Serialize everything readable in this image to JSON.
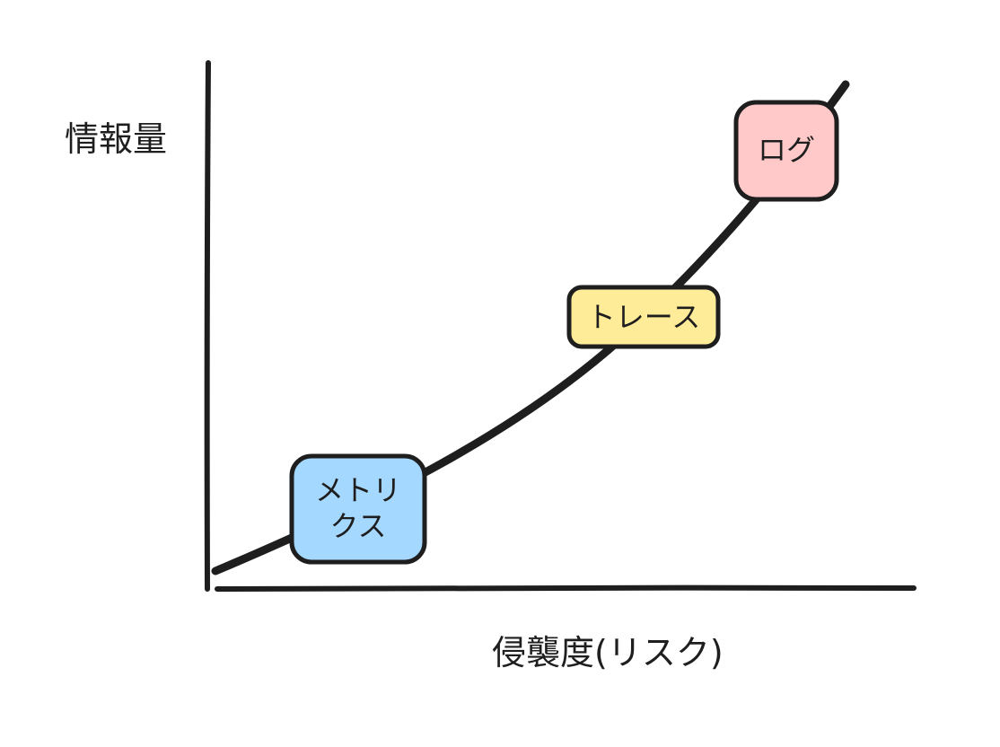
{
  "diagram": {
    "y_axis_label": "情報量",
    "x_axis_label": "侵襲度(リスク)",
    "nodes": [
      {
        "id": "metrics",
        "label_lines": [
          "メトリ",
          "クス"
        ],
        "fill": "#a5d8ff"
      },
      {
        "id": "traces",
        "label_lines": [
          "トレース"
        ],
        "fill": "#ffec99"
      },
      {
        "id": "logs",
        "label_lines": [
          "ログ"
        ],
        "fill": "#ffc9c9"
      }
    ]
  },
  "colors": {
    "stroke": "#1e1e1e",
    "background": "#ffffff"
  }
}
